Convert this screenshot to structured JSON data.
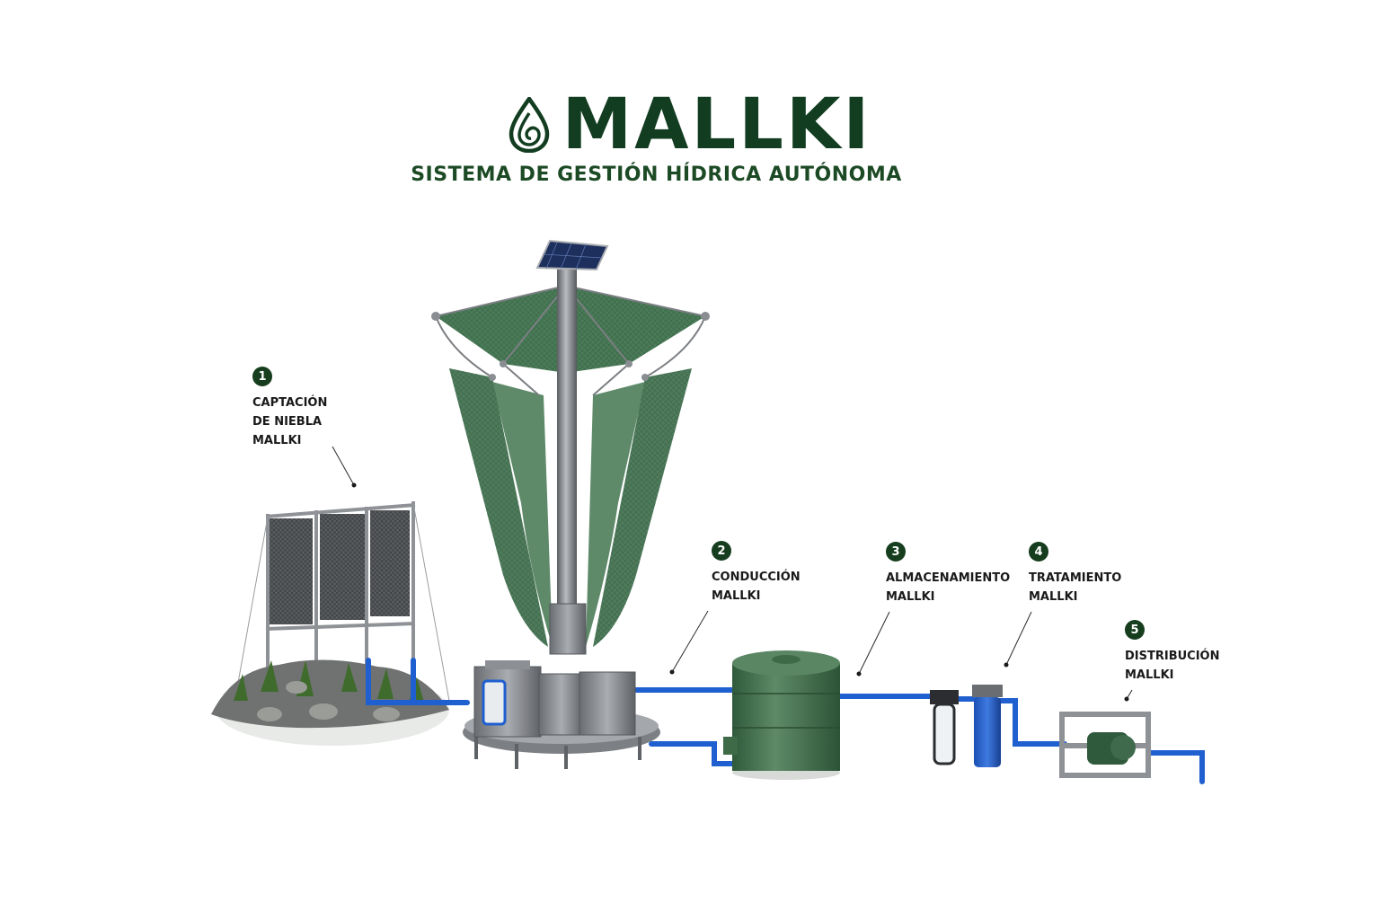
{
  "header": {
    "logo_icon": "water-drop-leaf-icon",
    "title": "MALLKI",
    "subtitle": "SISTEMA DE GESTIÓN HÍDRICA AUTÓNOMA"
  },
  "colors": {
    "brand_green": "#123d20",
    "net_green": "#3c6b4a",
    "pipe_blue": "#1f5fd0",
    "tank_green": "#3f6b4c",
    "metal_gray": "#7d8084"
  },
  "callouts": [
    {
      "number": "1",
      "label": "CAPTACIÓN\nDE NIEBLA\nMALLKI"
    },
    {
      "number": "2",
      "label": "CONDUCCIÓN\nMALLKI"
    },
    {
      "number": "3",
      "label": "ALMACENAMIENTO\nMALLKI"
    },
    {
      "number": "4",
      "label": "TRATAMIENTO\nMALLKI"
    },
    {
      "number": "5",
      "label": "DISTRIBUCIÓN\nMALLKI"
    }
  ]
}
